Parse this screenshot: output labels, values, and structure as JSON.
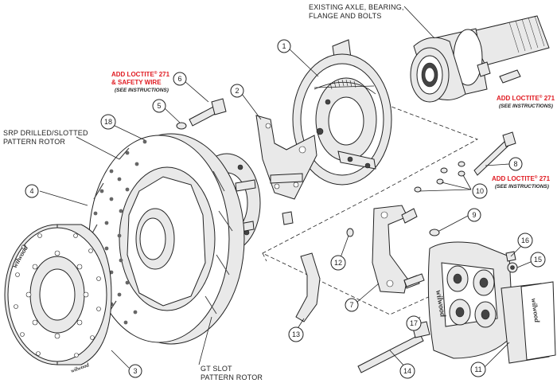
{
  "labels": {
    "existing_axle_line1": "EXISTING AXLE, BEARING,",
    "existing_axle_line2": "FLANGE AND BOLTS",
    "srp_line1": "SRP DRILLED/SLOTTED",
    "srp_line2": "PATTERN ROTOR",
    "gt_line1": "GT SLOT",
    "gt_line2": "PATTERN ROTOR"
  },
  "notes": {
    "loctite_safety_line1": "ADD LOCTITE",
    "loctite_safety_sup": "®",
    "loctite_safety_num": " 271",
    "loctite_safety_line2": "& SAFETY WIRE",
    "loctite_safety_sub": "(SEE INSTRUCTIONS)",
    "loctite_right_top_line1": "ADD LOCTITE",
    "loctite_right_top_sup": "®",
    "loctite_right_top_num": " 271",
    "loctite_right_top_sub": "(SEE INSTRUCTIONS)",
    "loctite_right_mid_line1": "ADD LOCTITE",
    "loctite_right_mid_sup": "®",
    "loctite_right_mid_num": " 271",
    "loctite_right_mid_sub": "(SEE INSTRUCTIONS)"
  },
  "callouts": {
    "c1": "1",
    "c2": "2",
    "c3": "3",
    "c4": "4",
    "c5": "5",
    "c6": "6",
    "c7": "7",
    "c8": "8",
    "c9": "9",
    "c10": "10",
    "c11": "11",
    "c12": "12",
    "c13": "13",
    "c14": "14",
    "c15": "15",
    "c16": "16",
    "c17": "17",
    "c18": "18"
  },
  "branding": {
    "drum_logo": "wilwood",
    "caliper_logo": "wilwood",
    "pad_logo": "wilwood"
  },
  "colors": {
    "note_red": "#e01b22",
    "line": "#222222",
    "part_fill": "#e9e9e9"
  }
}
